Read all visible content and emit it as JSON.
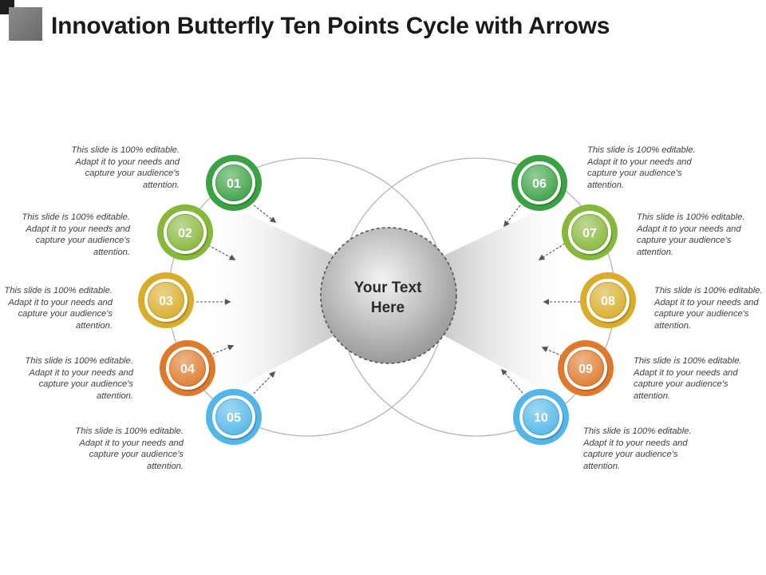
{
  "title": "Innovation Butterfly Ten Points Cycle with Arrows",
  "center_text_line1": "Your Text",
  "center_text_line2": "Here",
  "points": [
    {
      "num": "01",
      "color": "#3aa243",
      "dark": "#2c8a34",
      "text": "This slide is 100% editable. Adapt it to your needs and capture your audience's attention."
    },
    {
      "num": "02",
      "color": "#86b83a",
      "dark": "#6f9e2a",
      "text": "This slide is 100% editable. Adapt it to your needs and capture your audience's attention."
    },
    {
      "num": "03",
      "color": "#d9ad2a",
      "dark": "#bf9315",
      "text": "This slide is 100% editable. Adapt it to your needs and capture your audience's attention."
    },
    {
      "num": "04",
      "color": "#df7a2c",
      "dark": "#c5641c",
      "text": "This slide is 100% editable. Adapt it to your needs and capture your audience's attention."
    },
    {
      "num": "05",
      "color": "#52b7e8",
      "dark": "#3a9fd3",
      "text": "This slide is 100% editable. Adapt it to your needs and capture your audience's attention."
    },
    {
      "num": "06",
      "color": "#3aa243",
      "dark": "#2c8a34",
      "text": "This slide is 100% editable. Adapt it to your needs and capture your audience's attention."
    },
    {
      "num": "07",
      "color": "#86b83a",
      "dark": "#6f9e2a",
      "text": "This slide is 100% editable. Adapt it to your needs and capture your audience's attention."
    },
    {
      "num": "08",
      "color": "#d9ad2a",
      "dark": "#bf9315",
      "text": "This slide is 100% editable. Adapt it to your needs and capture your audience's attention."
    },
    {
      "num": "09",
      "color": "#df7a2c",
      "dark": "#c5641c",
      "text": "This slide is 100% editable. Adapt it to your needs and capture your audience's attention."
    },
    {
      "num": "10",
      "color": "#52b7e8",
      "dark": "#3a9fd3",
      "text": "This slide is 100% editable. Adapt it to your needs and capture your audience's attention."
    }
  ]
}
